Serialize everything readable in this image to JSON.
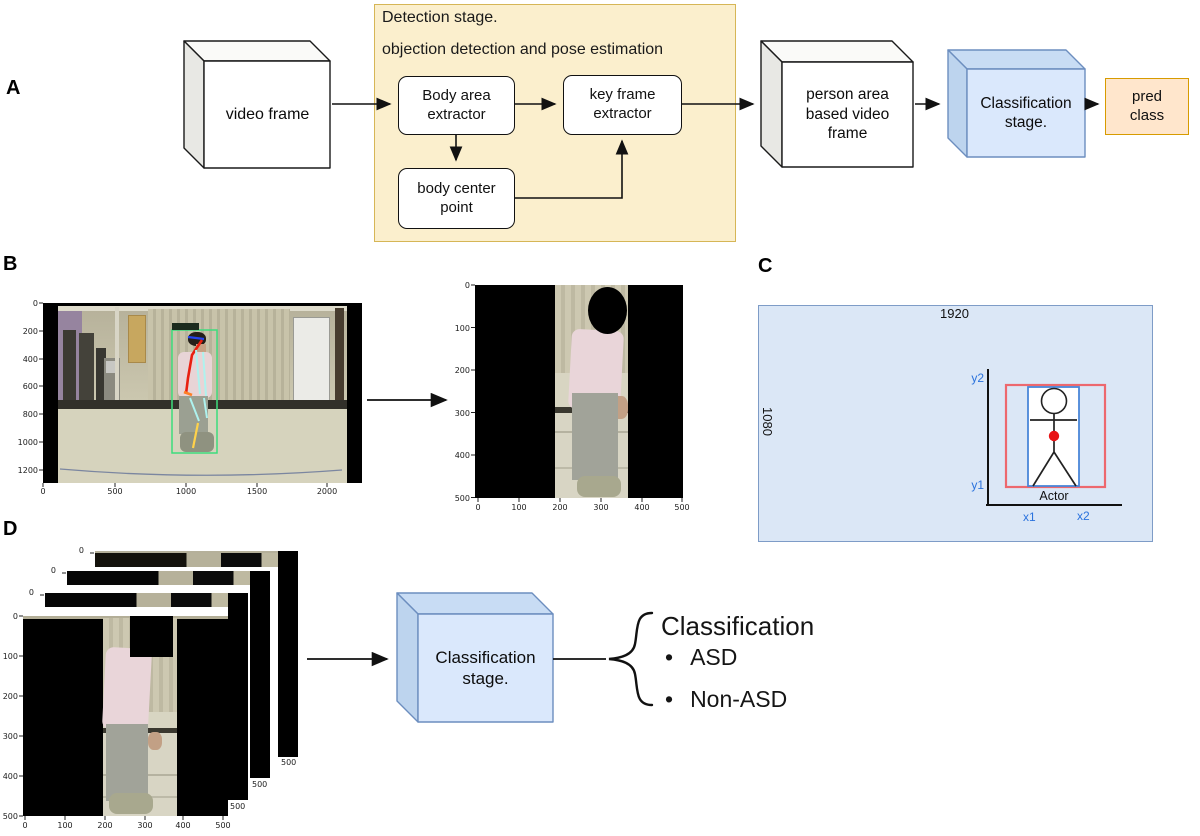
{
  "figure": {
    "panel_a_label": "A",
    "panel_b_label": "B",
    "panel_c_label": "C",
    "panel_d_label": "D"
  },
  "panel_a": {
    "video_frame": "video frame",
    "detection": {
      "title_line1": "Detection stage.",
      "title_line2": "objection detection and pose estimation",
      "body_area_extractor": "Body area\nextractor",
      "key_frame_extractor": "key frame\nextractor",
      "body_center_point": "body center\npoint"
    },
    "person_area": "person area\nbased video\nframe",
    "classification_stage": "Classification\nstage.",
    "pred_class": "pred\nclass"
  },
  "panel_b": {
    "left_plot": {
      "yticks": [
        "0",
        "200",
        "400",
        "600",
        "800",
        "1000",
        "1200"
      ],
      "xticks": [
        "0",
        "500",
        "1000",
        "1500",
        "2000"
      ]
    },
    "right_plot": {
      "yticks": [
        "0",
        "100",
        "200",
        "300",
        "400",
        "500"
      ],
      "xticks": [
        "0",
        "100",
        "200",
        "300",
        "400",
        "500"
      ]
    }
  },
  "panel_c": {
    "frame_width": "1920",
    "frame_height": "1080",
    "y2": "y2",
    "y1": "y1",
    "x1": "x1",
    "x2": "x2",
    "actor": "Actor"
  },
  "panel_d": {
    "front_plot": {
      "yticks": [
        "0",
        "100",
        "200",
        "300",
        "400",
        "500"
      ],
      "xticks": [
        "0",
        "100",
        "200",
        "300",
        "400",
        "500"
      ]
    },
    "stack": {
      "zero": "0",
      "five_hundred": "500"
    },
    "classification_stage": "Classification\nstage.",
    "result": {
      "title": "Classification",
      "bullet": "•",
      "items": [
        "ASD",
        "Non-ASD"
      ]
    }
  },
  "colors": {
    "detection_fill": "#FBEFCD",
    "detection_stroke": "#D6B656",
    "cube_blue_fill": "#DAE8FC",
    "cube_blue_stroke": "#6C8EBF",
    "pred_fill": "#FFE6CC",
    "pred_stroke": "#D79B00",
    "bbox_green": "#3DDD7D",
    "panel_c_fill": "#DBE7F6",
    "panel_c_red_box": "#ED686E",
    "panel_c_blue_box": "#4A86D8",
    "coord_label_blue": "#2A72DD"
  }
}
